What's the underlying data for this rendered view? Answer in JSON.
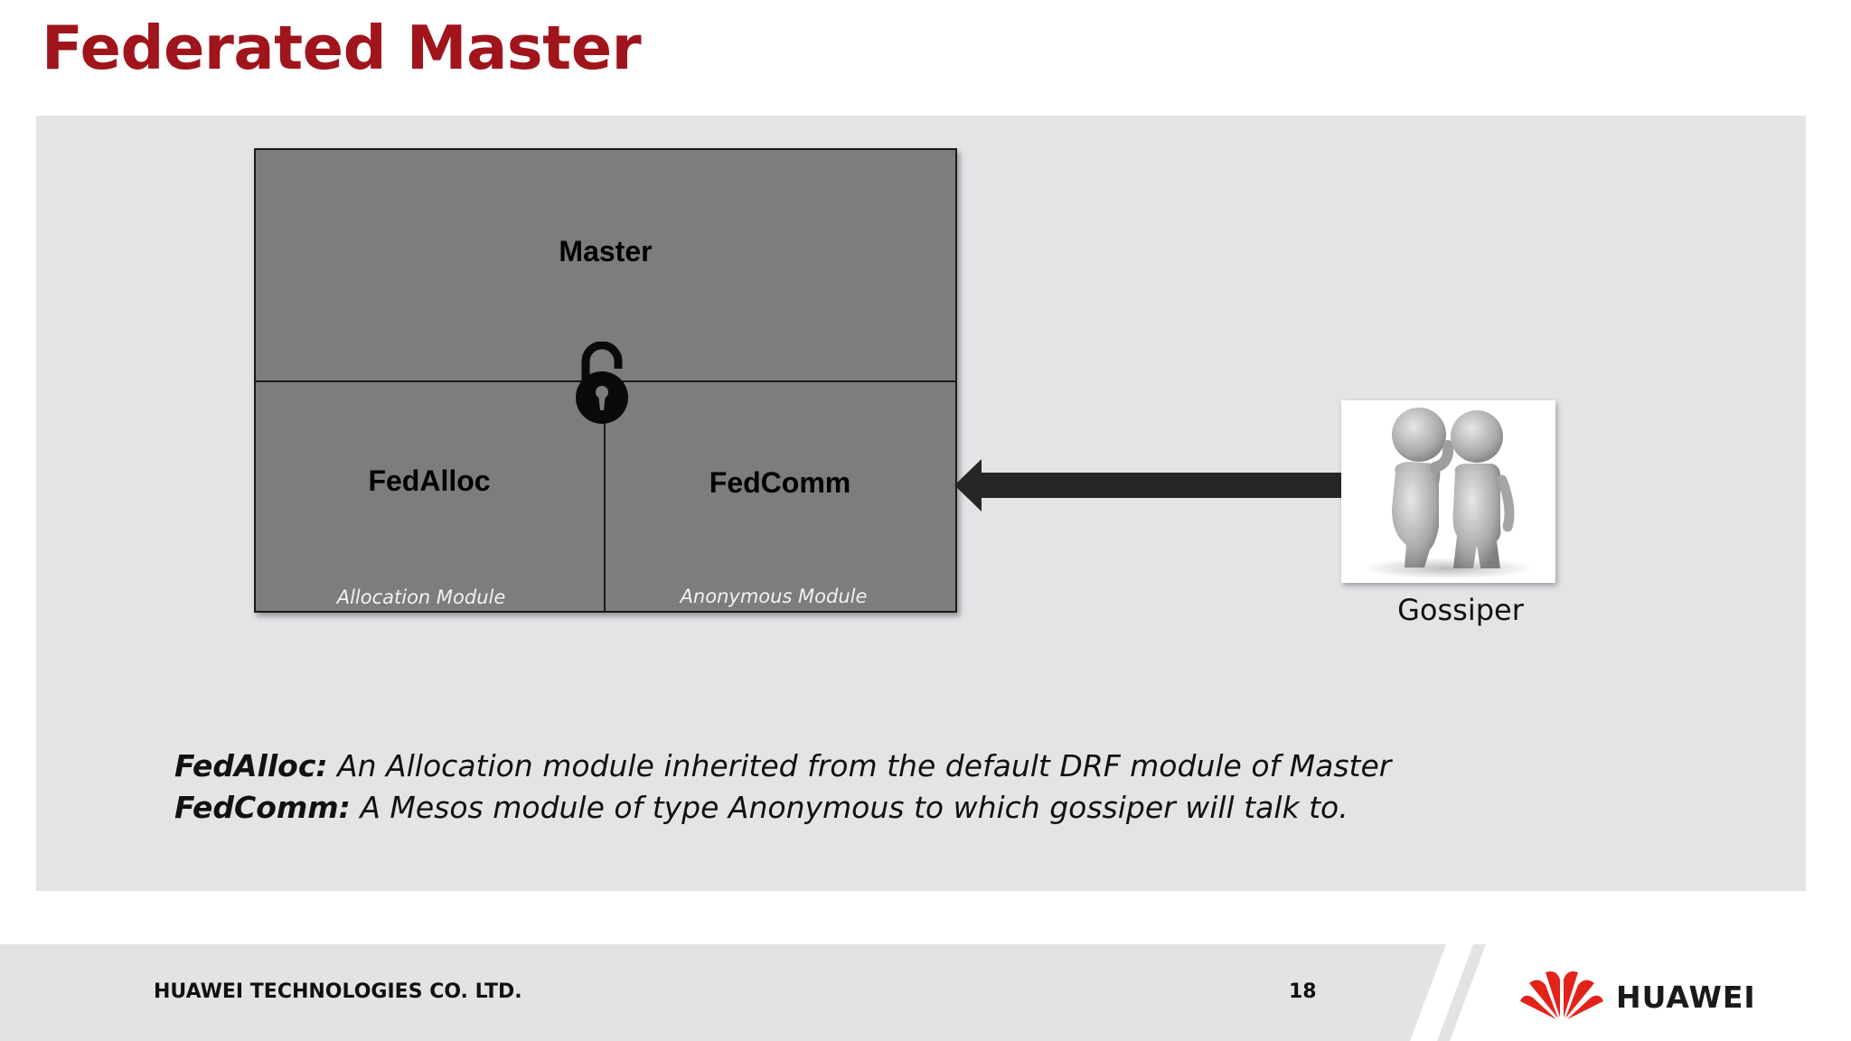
{
  "slide": {
    "title": "Federated Master",
    "page_number": "18"
  },
  "diagram": {
    "master_label": "Master",
    "fedalloc_label": "FedAlloc",
    "fedalloc_sub": "Allocation Module",
    "fedcomm_label": "FedComm",
    "fedcomm_sub": "Anonymous Module",
    "gossiper_label": "Gossiper",
    "lock_icon": "unlocked-padlock-icon",
    "gossiper_icon": "two-people-whispering-icon"
  },
  "descriptions": [
    {
      "term": "FedAlloc:",
      "text": " An Allocation module inherited from the default DRF module of Master"
    },
    {
      "term": "FedComm:",
      "text": " A Mesos module of type Anonymous  to which gossiper will talk to."
    }
  ],
  "footer": {
    "company": "HUAWEI TECHNOLOGIES CO. LTD.",
    "logo_text": "HUAWEI"
  },
  "colors": {
    "title": "#a0141c",
    "panel": "#e4e3e6",
    "box": "#7d7c7f",
    "logo_red": "#e2231a"
  }
}
